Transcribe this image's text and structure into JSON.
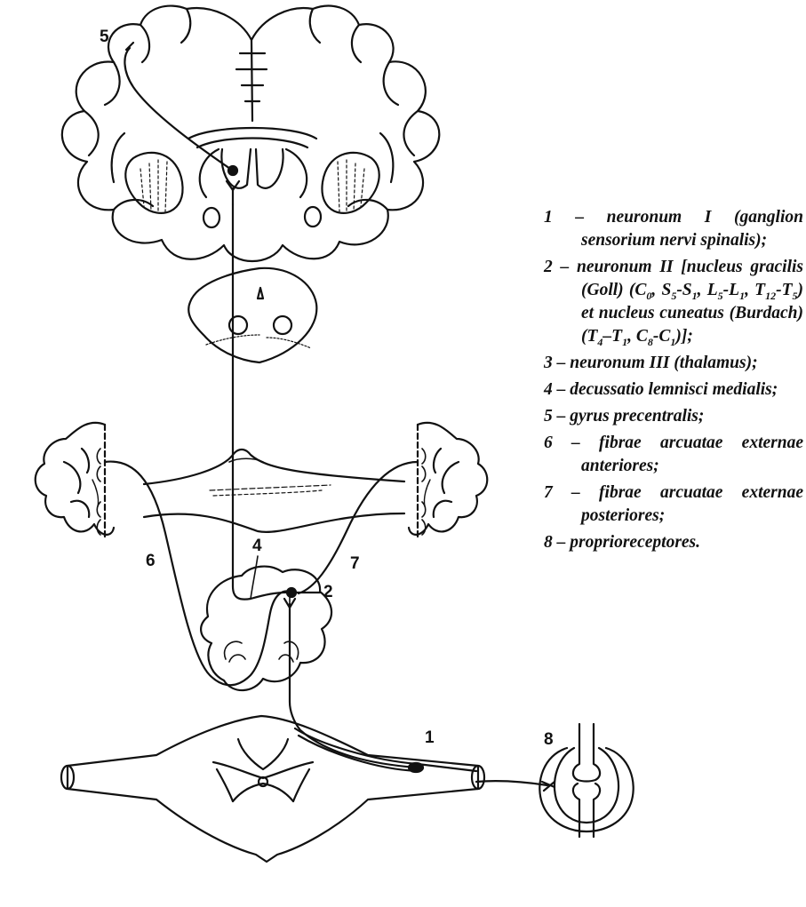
{
  "diagram": {
    "labels": {
      "n1": "1",
      "n2": "2",
      "n4": "4",
      "n5": "5",
      "n6": "6",
      "n7": "7",
      "n8": "8"
    }
  },
  "legend": {
    "item1": "1 – neuronum I (ganglion sensorium nervi spinalis);",
    "item2_a": "2 – neuronum II [nucleus gracilis (Goll) (C",
    "item2_sub0": "0",
    "item2_b": ", S",
    "item2_sub5a": "5",
    "item2_c": "-S",
    "item2_sub1a": "1",
    "item2_d": ", L",
    "item2_sub5b": "5",
    "item2_e": "-L",
    "item2_sub1b": "1",
    "item2_f": ", T",
    "item2_sub12": "12",
    "item2_g": "-T",
    "item2_sub5c": "5",
    "item2_h": ") et nucleus cuneatus (Burdach) (T",
    "item2_sub4": "4",
    "item2_i": "–T",
    "item2_sub1c": "1",
    "item2_j": ", C",
    "item2_sub8": "8",
    "item2_k": "-C",
    "item2_sub1d": "1",
    "item2_l": ")];",
    "item3": "3 – neuronum III (thalamus);",
    "item4": "4 – decussatio lemnisci medialis;",
    "item5": "5 – gyrus precentralis;",
    "item6": "6 – fibrae arcuatae externae anteriores;",
    "item7": "7 – fibrae arcuatae externae posteriores;",
    "item8": "8 – proprioreceptores."
  }
}
